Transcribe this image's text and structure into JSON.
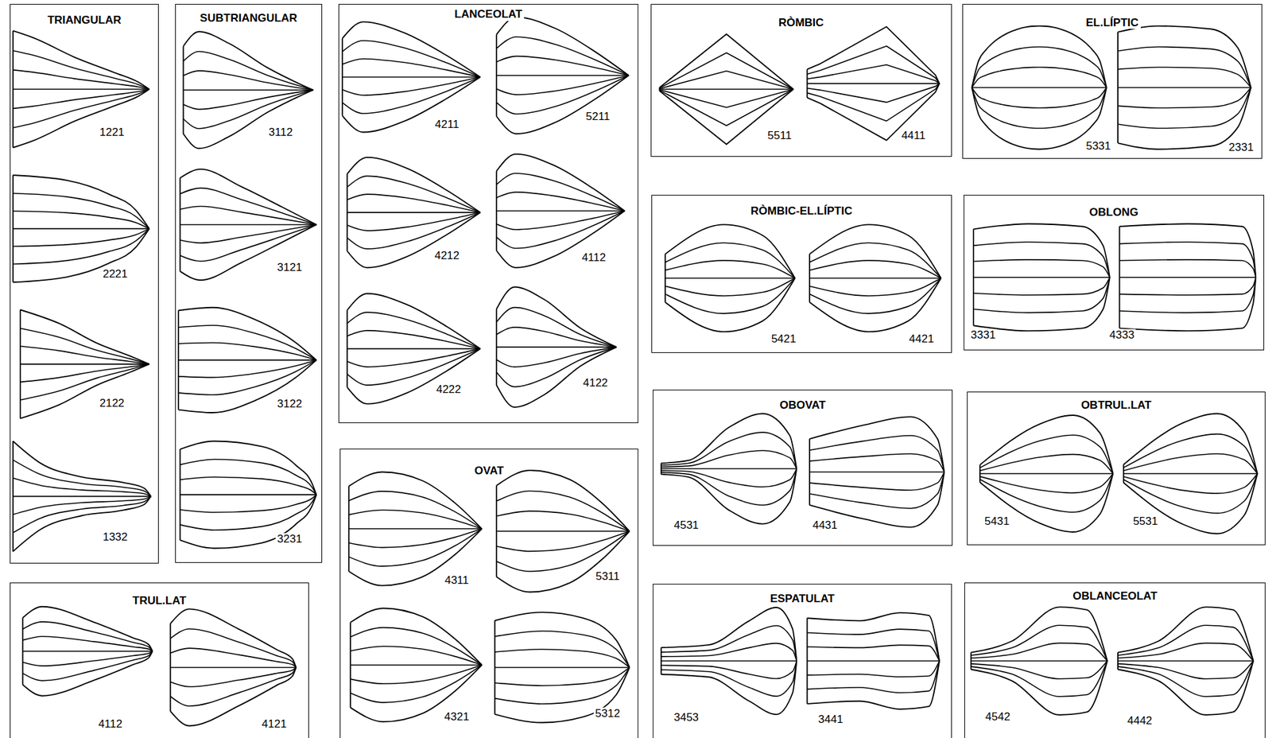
{
  "diagram": {
    "nodes": [
      {
        "text": [
          "TRIANGULAR"
        ]
      },
      {
        "text": [
          "SUBTRIANGULAR"
        ]
      },
      {
        "text": [
          "LANCEOLAT"
        ]
      },
      {
        "text": [
          "RÒMBIC"
        ]
      },
      {
        "text": [
          "EL.LÍPTIC"
        ]
      },
      {
        "text": [
          "RÒMBIC-EL.LÍPTIC"
        ]
      },
      {
        "text": [
          "OBLONG"
        ]
      },
      {
        "text": [
          "OBOVAT"
        ]
      },
      {
        "text": [
          "OBTRUL.LAT"
        ]
      },
      {
        "text": [
          "OVAT"
        ]
      },
      {
        "text": [
          "TRUL.LAT"
        ]
      },
      {
        "text": [
          "ESPATULAT"
        ]
      },
      {
        "text": [
          "OBLANCEOLAT"
        ]
      }
    ],
    "labels": [
      "1221",
      "2221",
      "2122",
      "1332",
      "3112",
      "3121",
      "3122",
      "3231",
      "4211",
      "5211",
      "4212",
      "4112",
      "4222",
      "4122",
      "5511",
      "4411",
      "5331",
      "2331",
      "5421",
      "4421",
      "3331",
      "4333",
      "4531",
      "4431",
      "5431",
      "5531",
      "4311",
      "5311",
      "4321",
      "5312",
      "4112",
      "4121",
      "3453",
      "3441",
      "4542",
      "4442"
    ]
  }
}
